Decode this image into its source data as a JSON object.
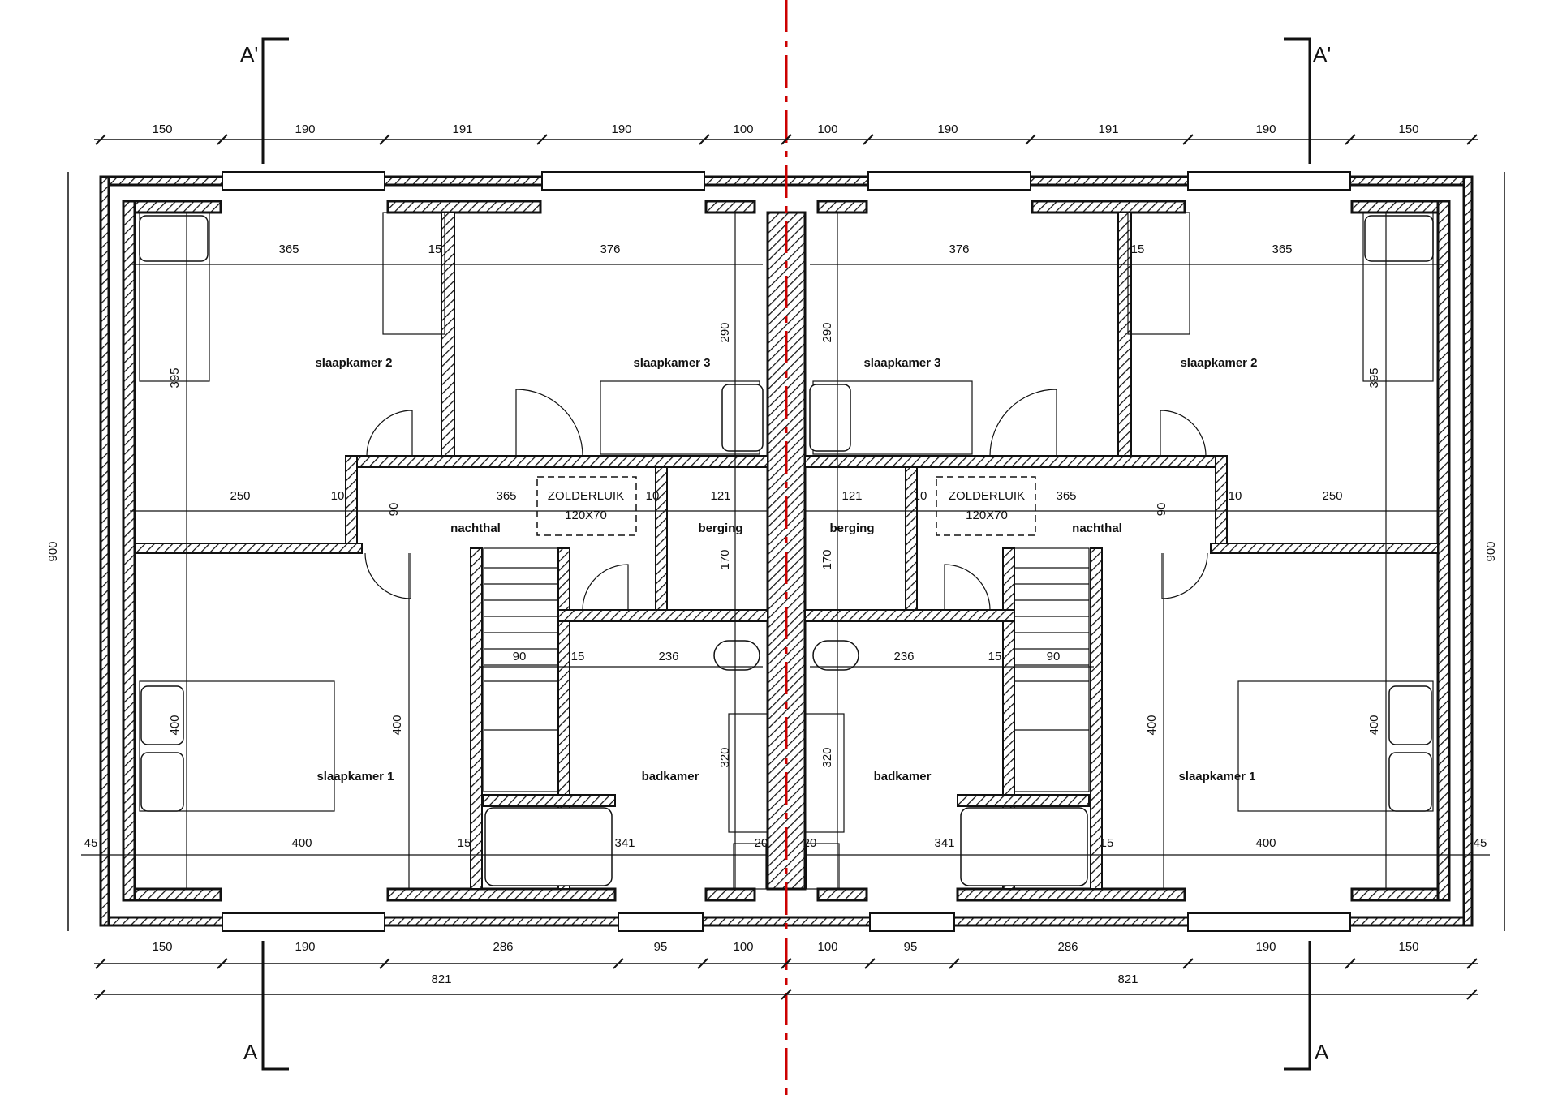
{
  "section_marks": {
    "top": "A'",
    "bottom": "A"
  },
  "dims_top": [
    "150",
    "190",
    "191",
    "190",
    "100",
    "100",
    "190",
    "191",
    "190",
    "150"
  ],
  "dims_bottom": [
    "150",
    "190",
    "286",
    "95",
    "100",
    "100",
    "95",
    "286",
    "190",
    "150"
  ],
  "dims_total": [
    "821",
    "821"
  ],
  "dims_side": {
    "left": "900",
    "right": "900"
  },
  "dims_inner": {
    "d365": "365",
    "d15": "15",
    "d376": "376",
    "d290": "290",
    "d395": "395",
    "d250": "250",
    "d10": "10",
    "d90": "90",
    "d121": "121",
    "d170": "170",
    "d236": "236",
    "d400": "400",
    "d320": "320",
    "d341": "341",
    "d20": "20",
    "d45": "45"
  },
  "rooms": {
    "slaapkamer_2": "slaapkamer 2",
    "slaapkamer_3": "slaapkamer 3",
    "nachthal": "nachthal",
    "berging": "berging",
    "slaapkamer_1": "slaapkamer 1",
    "badkamer": "badkamer"
  },
  "hatch_label": {
    "title": "ZOLDERLUIK",
    "size": "120X70"
  },
  "colors": {
    "axis": "#cc0000",
    "lines": "#111111"
  }
}
